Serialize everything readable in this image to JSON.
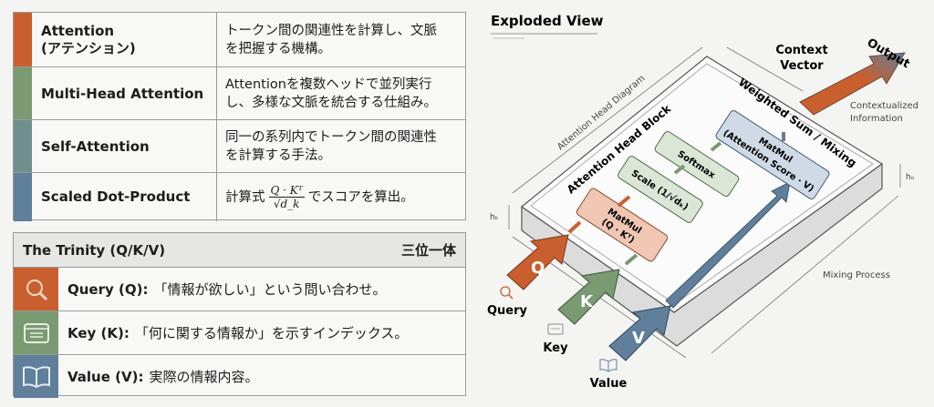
{
  "glossary": [
    {
      "term_line1": "Attention",
      "term_line2": "(アテンション)",
      "desc_line1": "トークン間の関連性を計算し、文脈",
      "desc_line2": "を把握する機構。",
      "color": "#c95f2f"
    },
    {
      "term_line1": "Multi-Head Attention",
      "desc_line1": "Attentionを複数ヘッドで並列実行",
      "desc_line2": "し、多様な文脈を統合する仕組み。",
      "color": "#7a9a72"
    },
    {
      "term_line1": "Self-Attention",
      "desc_line1": "同一の系列内でトークン間の関連性",
      "desc_line2": "を計算する手法。",
      "color": "#6f8f8d"
    },
    {
      "term_line1": "Scaled Dot-Product",
      "desc_prefix": "計算式",
      "formula_num": "Q · Kᵀ",
      "formula_den": "√d_k",
      "desc_suffix": "でスコアを算出。",
      "color": "#5f7f9a"
    }
  ],
  "trinity": {
    "title": "The Trinity (Q/K/V)",
    "title_jp": "三位一体",
    "rows": [
      {
        "label": "Query (Q):",
        "text": "「情報が欲しい」という問い合わせ。",
        "icon": "search-icon",
        "color": "#c95f2f"
      },
      {
        "label": "Key (K):",
        "text": "「何に関する情報か」を示すインデックス。",
        "icon": "card-icon",
        "color": "#7a9a72"
      },
      {
        "label": "Value (V):",
        "text": "実際の情報内容。",
        "icon": "book-icon",
        "color": "#5f7f9a"
      }
    ]
  },
  "diagram": {
    "title": "Exploded View",
    "frame_label": "Attention Head Diagram",
    "block_label": "Attention Head Block",
    "mixing_label": "Weighted Sum / Mixing",
    "box_matmul_qk_1": "MatMul",
    "box_matmul_qk_2": "(Q · Kᵀ)",
    "box_scale": "Scale (1/√dₖ)",
    "box_softmax": "Softmax",
    "box_matmul_v_1": "MatMul",
    "box_matmul_v_2": "(Attention Score · V)",
    "context_1": "Context",
    "context_2": "Vector",
    "output": "Output",
    "contextualized_1": "Contextualized",
    "contextualized_2": "Information",
    "mixing_process": "Mixing Process",
    "dim_k": "hₖ",
    "dim_o": "hₒ",
    "q_letter": "Q",
    "k_letter": "K",
    "v_letter": "V",
    "query": "Query",
    "key": "Key",
    "value": "Value",
    "colors": {
      "q": "#c95f2f",
      "k": "#7a9a72",
      "v": "#5f7f9a",
      "qk_box": "#efc7b3",
      "green_box": "#dbe6d6",
      "v_box": "#cfdae6"
    }
  }
}
